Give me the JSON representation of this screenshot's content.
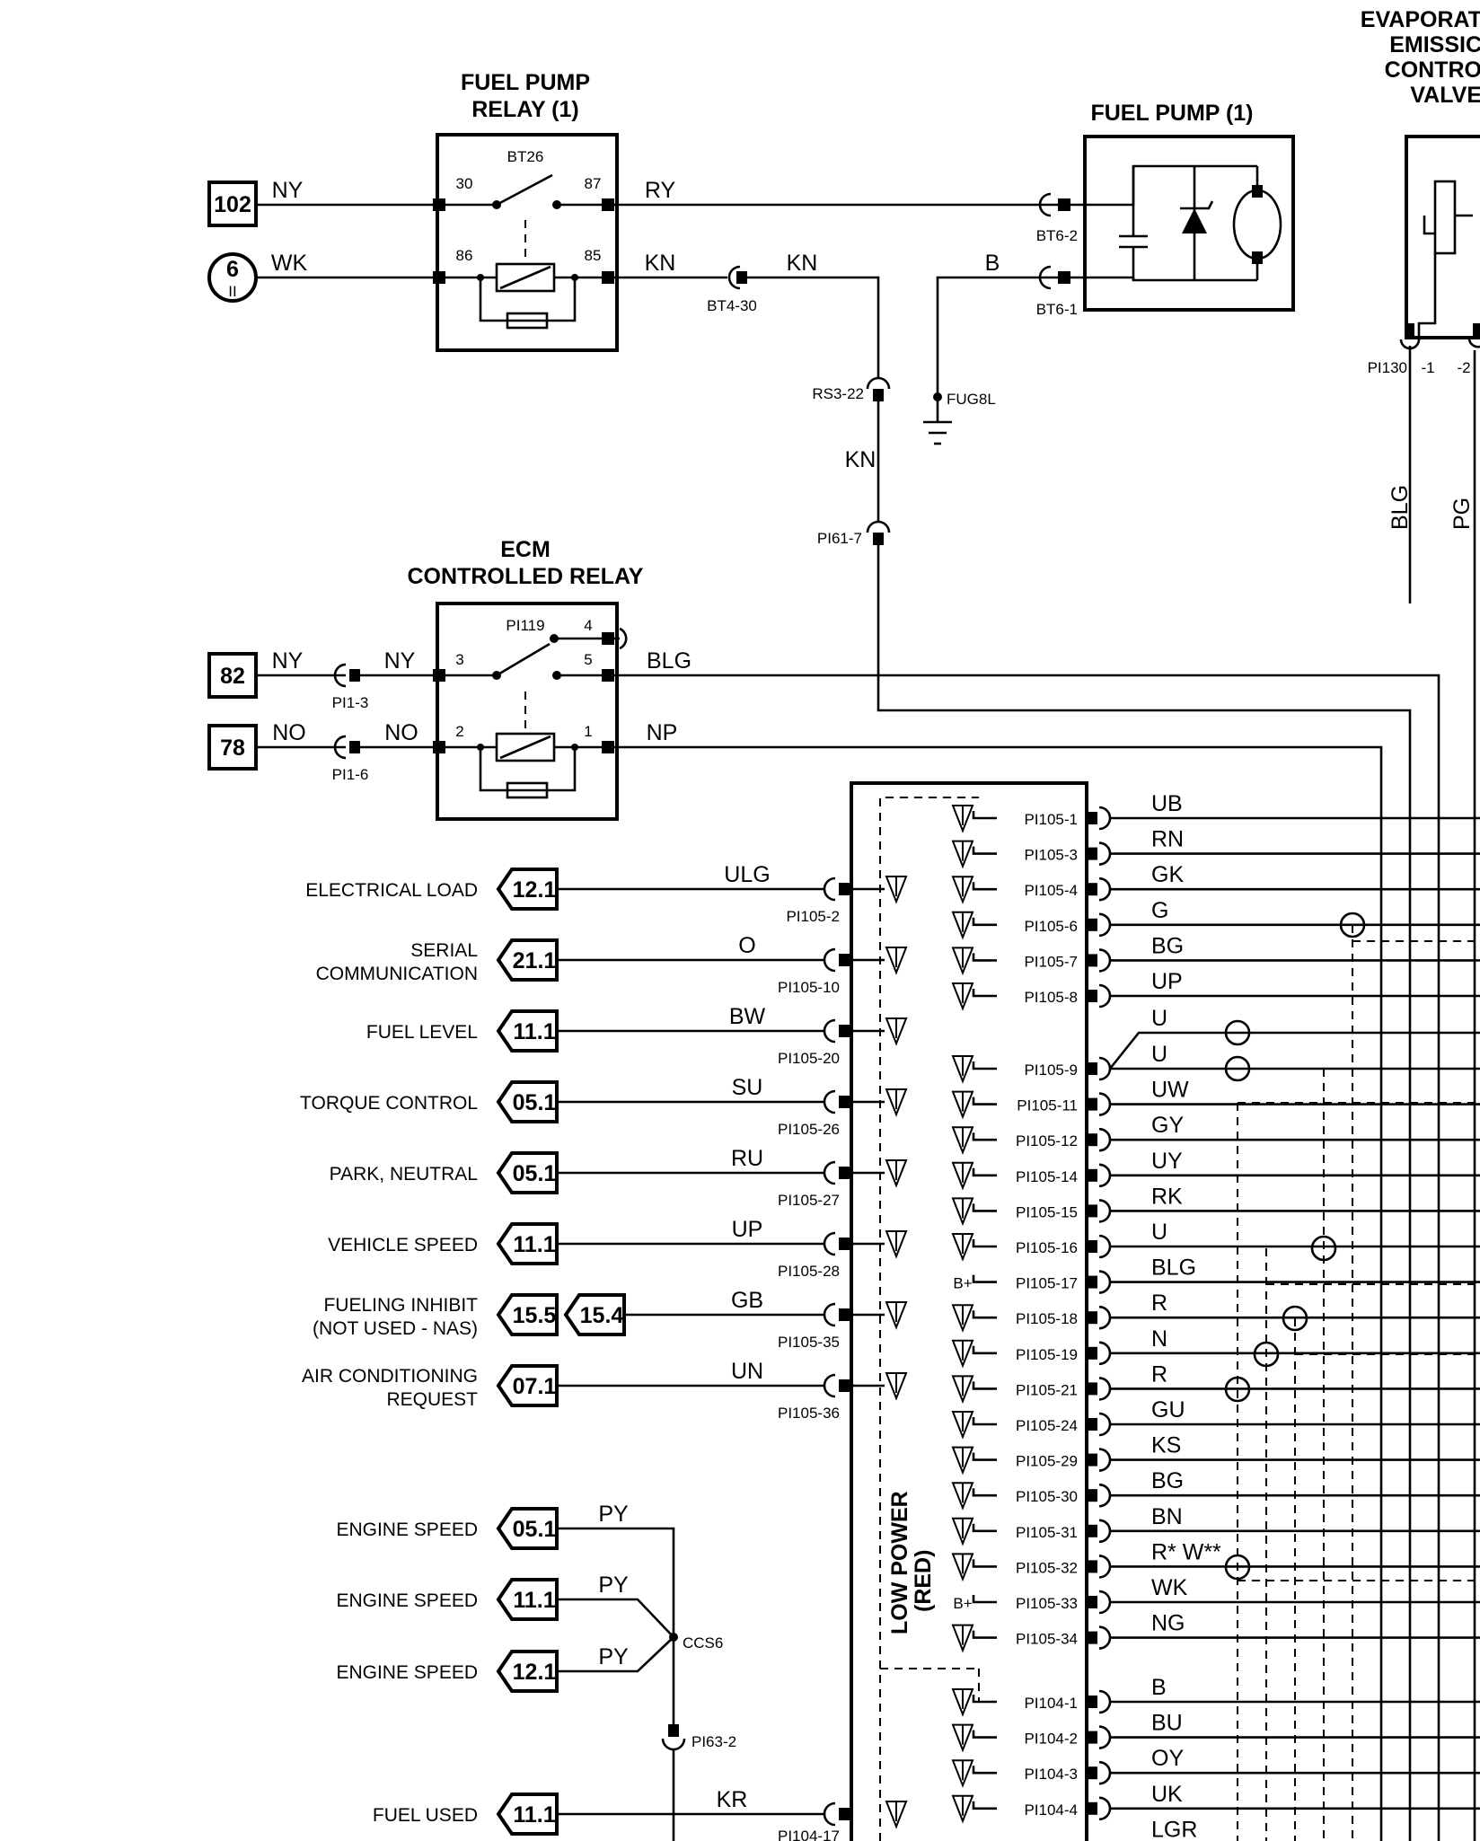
{
  "fuel_pump_relay": {
    "title_1": "FUEL PUMP",
    "title_2": "RELAY (1)",
    "relay_id": "BT26",
    "pins": [
      "30",
      "87",
      "86",
      "85"
    ]
  },
  "fuel_pump": {
    "title": "FUEL PUMP (1)",
    "connectors": [
      "BT6-2",
      "BT6-1"
    ]
  },
  "evap_valve": {
    "title_lines": [
      "EVAPORAT",
      "EMISSIC",
      "CONTRO",
      "VALVE"
    ],
    "pins": [
      "PI130",
      "-1",
      "-2"
    ],
    "wires": [
      "BLG",
      "PG"
    ]
  },
  "ecm_relay": {
    "title_1": "ECM",
    "title_2": "CONTROLLED RELAY",
    "relay_id": "PI119",
    "pins": [
      "4",
      "3",
      "5",
      "2",
      "1"
    ]
  },
  "top_refs": [
    {
      "ref": "102",
      "shape": "box",
      "wire": "NY"
    },
    {
      "ref": "6",
      "sub": "II",
      "shape": "circle",
      "wire": "WK"
    },
    {
      "ref": "82",
      "shape": "box",
      "wire": "NY",
      "connector": "PI1-3",
      "wire2": "NY"
    },
    {
      "ref": "78",
      "shape": "box",
      "wire": "NO",
      "connector": "PI1-6",
      "wire2": "NO"
    }
  ],
  "relay_wires": {
    "ry": "RY",
    "kn1": "KN",
    "kn2": "KN",
    "b": "B",
    "bt4": "BT4-30",
    "rs3": "RS3-22",
    "fug": "FUG8L",
    "kn3": "KN",
    "pi61": "PI61-7",
    "blg": "BLG",
    "np": "NP"
  },
  "ecm": {
    "box_label_1": "LOW POWER",
    "box_label_2": "(RED)",
    "right_pins": [
      {
        "pin": "PI105-1",
        "wire": "UB"
      },
      {
        "pin": "PI105-3",
        "wire": "RN"
      },
      {
        "pin": "PI105-4",
        "wire": "GK"
      },
      {
        "pin": "PI105-6",
        "wire": "G"
      },
      {
        "pin": "PI105-7",
        "wire": "BG"
      },
      {
        "pin": "PI105-8",
        "wire": "UP"
      },
      {
        "pin": "",
        "wire": "U"
      },
      {
        "pin": "PI105-9",
        "wire": "U"
      },
      {
        "pin": "PI105-11",
        "wire": "UW"
      },
      {
        "pin": "PI105-12",
        "wire": "GY"
      },
      {
        "pin": "PI105-14",
        "wire": "UY"
      },
      {
        "pin": "PI105-15",
        "wire": "RK"
      },
      {
        "pin": "PI105-16",
        "wire": "U"
      },
      {
        "pin": "PI105-17",
        "wire": "BLG",
        "bplus": "B+"
      },
      {
        "pin": "PI105-18",
        "wire": "R"
      },
      {
        "pin": "PI105-19",
        "wire": "N"
      },
      {
        "pin": "PI105-21",
        "wire": "R"
      },
      {
        "pin": "PI105-24",
        "wire": "GU"
      },
      {
        "pin": "PI105-29",
        "wire": "KS"
      },
      {
        "pin": "PI105-30",
        "wire": "BG"
      },
      {
        "pin": "PI105-31",
        "wire": "BN"
      },
      {
        "pin": "PI105-32",
        "wire": "R* W**"
      },
      {
        "pin": "PI105-33",
        "wire": "WK",
        "bplus": "B+"
      },
      {
        "pin": "PI105-34",
        "wire": "NG"
      },
      {
        "pin": "PI104-1",
        "wire": "B"
      },
      {
        "pin": "PI104-2",
        "wire": "BU"
      },
      {
        "pin": "PI104-3",
        "wire": "OY"
      },
      {
        "pin": "PI104-4",
        "wire": "UK"
      },
      {
        "pin": "",
        "wire": "LGR"
      }
    ],
    "left_signals": [
      {
        "label": [
          "ELECTRICAL LOAD"
        ],
        "ref": "12.1",
        "wire": "ULG",
        "pin": "PI105-2"
      },
      {
        "label": [
          "SERIAL",
          "COMMUNICATION"
        ],
        "ref": "21.1",
        "wire": "O",
        "pin": "PI105-10"
      },
      {
        "label": [
          "FUEL LEVEL"
        ],
        "ref": "11.1",
        "wire": "BW",
        "pin": "PI105-20"
      },
      {
        "label": [
          "TORQUE CONTROL"
        ],
        "ref": "05.1",
        "wire": "SU",
        "pin": "PI105-26"
      },
      {
        "label": [
          "PARK, NEUTRAL"
        ],
        "ref": "05.1",
        "wire": "RU",
        "pin": "PI105-27"
      },
      {
        "label": [
          "VEHICLE SPEED"
        ],
        "ref": "11.1",
        "wire": "UP",
        "pin": "PI105-28"
      },
      {
        "label": [
          "FUELING INHIBIT",
          "(NOT USED - NAS)"
        ],
        "ref": "15.5",
        "ref2": "15.4",
        "wire": "GB",
        "pin": "PI105-35"
      },
      {
        "label": [
          "AIR CONDITIONING",
          "REQUEST"
        ],
        "ref": "07.1",
        "wire": "UN",
        "pin": "PI105-36"
      }
    ],
    "engine_speed": [
      {
        "label": "ENGINE SPEED",
        "ref": "05.1",
        "wire": "PY"
      },
      {
        "label": "ENGINE SPEED",
        "ref": "11.1",
        "wire": "PY"
      },
      {
        "label": "ENGINE SPEED",
        "ref": "12.1",
        "wire": "PY"
      }
    ],
    "splice": "CCS6",
    "pi63": "PI63-2",
    "fuel_used": {
      "label": "FUEL USED",
      "ref": "11.1",
      "wire": "KR",
      "pin": "PI104-17"
    }
  }
}
